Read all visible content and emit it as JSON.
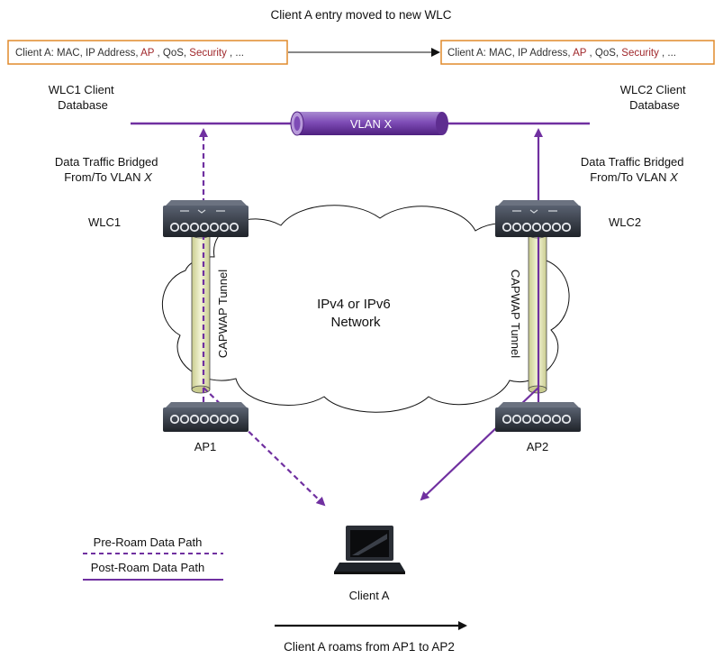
{
  "title": "Client A entry moved to new WLC",
  "record": {
    "prefix": "Client A:",
    "parts": [
      {
        "text": "MAC, IP Address, ",
        "highlight": false
      },
      {
        "text": "AP",
        "highlight": true
      },
      {
        "text": ", QoS, ",
        "highlight": false
      },
      {
        "text": "Security",
        "highlight": true
      },
      {
        "text": ", ...",
        "highlight": false
      }
    ]
  },
  "wlc1_db": [
    "WLC1 Client",
    "Database"
  ],
  "wlc2_db": [
    "WLC2 Client",
    "Database"
  ],
  "vlan_label": "VLAN X",
  "bridged_left": [
    "Data Traffic Bridged",
    "From/To VLAN ",
    "X"
  ],
  "bridged_right": [
    "Data Traffic Bridged",
    "From/To VLAN ",
    "X"
  ],
  "wlc1_label": "WLC1",
  "wlc2_label": "WLC2",
  "ap1_label": "AP1",
  "ap2_label": "AP2",
  "tunnel_label": "CAPWAP Tunnel",
  "network_label": [
    "IPv4 or IPv6",
    "Network"
  ],
  "client_label": "Client A",
  "legend": {
    "pre": "Pre-Roam Data Path",
    "post": "Post-Roam Data Path"
  },
  "roam_caption": "Client A roams from AP1 to AP2",
  "colors": {
    "purple": "#7030a0",
    "orange_box": "#e08a2c",
    "highlight_text": "#a0282c",
    "tunnel_fill": "#e4e6b8",
    "device_dark": "#2b2f36"
  }
}
